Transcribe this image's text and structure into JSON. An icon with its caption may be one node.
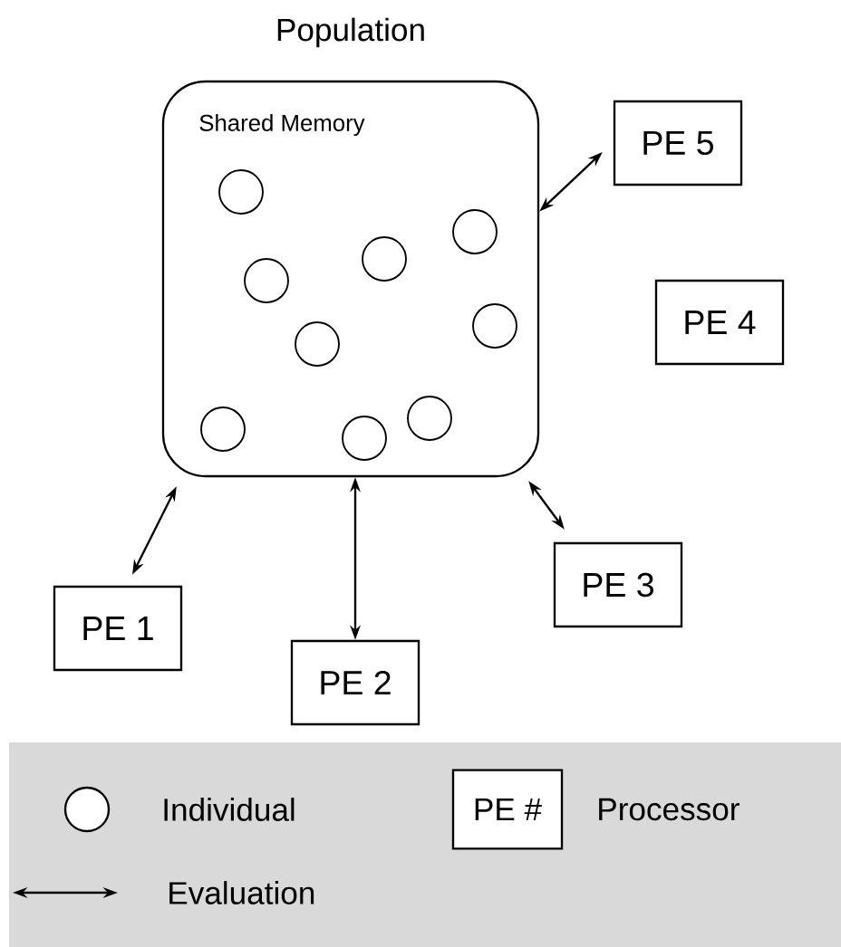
{
  "diagram": {
    "nodes": [
      {
        "text": [
          "Population",
          "Shared Memory"
        ]
      },
      {
        "text": [],
        "shape": "circle",
        "in": 0
      },
      {
        "text": [],
        "shape": "circle",
        "in": 0
      },
      {
        "text": [],
        "shape": "circle",
        "in": 0
      },
      {
        "text": [],
        "shape": "circle",
        "in": 0
      },
      {
        "text": [],
        "shape": "circle",
        "in": 0
      },
      {
        "text": [],
        "shape": "circle",
        "in": 0
      },
      {
        "text": [],
        "shape": "circle",
        "in": 0
      },
      {
        "text": [],
        "shape": "circle",
        "in": 0
      },
      {
        "text": [],
        "shape": "circle",
        "in": 0
      },
      {
        "text": [
          "PE 5"
        ]
      },
      {
        "text": [
          "PE 4"
        ]
      },
      {
        "text": [
          "PE 3"
        ]
      },
      {
        "text": [
          "PE 2"
        ]
      },
      {
        "text": [
          "PE 1"
        ]
      }
    ],
    "edges": [
      {
        "from": 10,
        "to": 0,
        "arrow": "both"
      },
      {
        "from": 12,
        "to": 0,
        "arrow": "both"
      },
      {
        "from": 13,
        "to": 0,
        "arrow": "both"
      },
      {
        "from": 14,
        "to": 0,
        "arrow": "both"
      }
    ],
    "labels": [
      "PE #"
    ],
    "legend": [
      {
        "text": "Individual"
      },
      {
        "text": "Processor"
      },
      {
        "text": "Evaluation"
      }
    ]
  }
}
